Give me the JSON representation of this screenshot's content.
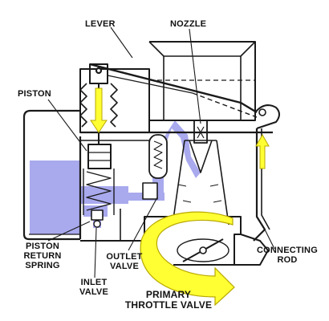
{
  "labels": {
    "lever": "LEVER",
    "nozzle": "NOZZLE",
    "piston": "PISTON",
    "piston_return_spring": [
      "PISTON",
      "RETURN",
      "SPRING"
    ],
    "outlet_valve": [
      "OUTLET",
      "VALVE"
    ],
    "inlet_valve": [
      "INLET",
      "VALVE"
    ],
    "connecting_rod": [
      "CONNECTING",
      "ROD"
    ],
    "primary_throttle_valve": [
      "PRIMARY",
      "THROTTLE VALVE"
    ]
  },
  "colors": {
    "line": "#1a1a1a",
    "fuel": "#a9a9ee",
    "arrow_fill": "#ffff33",
    "arrow_stroke": "#b8a800",
    "background": "#ffffff"
  }
}
